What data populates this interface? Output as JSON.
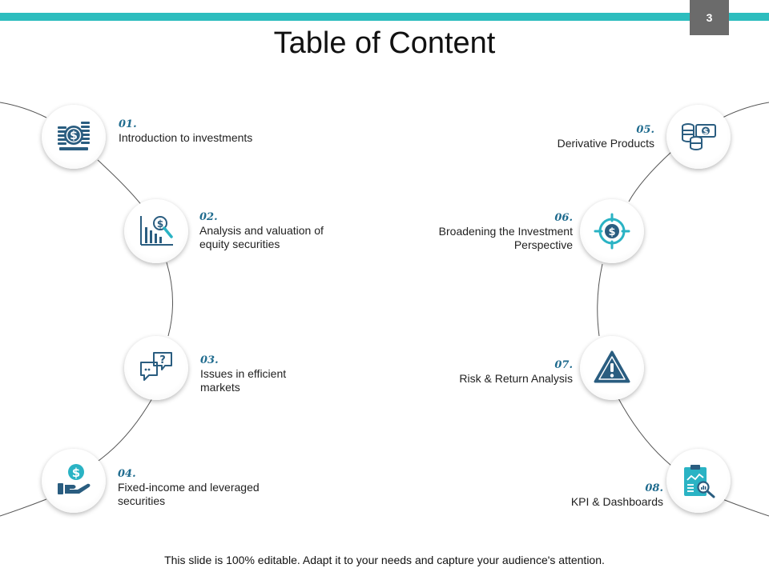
{
  "slide": {
    "title": "Table of Content",
    "page_number": "3",
    "footer": "This slide is 100% editable. Adapt it to your needs and capture your audience's attention."
  },
  "colors": {
    "accent": "#2dbdbe",
    "icon": "#2a5d80",
    "number": "#1f6b8e",
    "badge": "#6b6b6b"
  },
  "items": [
    {
      "number": "01.",
      "label": "Introduction to investments",
      "icon": "money-coins-icon"
    },
    {
      "number": "02.",
      "label": "Analysis and valuation of equity securities",
      "icon": "chart-magnifier-icon"
    },
    {
      "number": "03.",
      "label": "Issues in efficient markets",
      "icon": "speech-bubbles-icon"
    },
    {
      "number": "04.",
      "label": "Fixed-income and leveraged securities",
      "icon": "hand-dollar-icon"
    },
    {
      "number": "05.",
      "label": "Derivative  Products",
      "icon": "coins-banknote-icon"
    },
    {
      "number": "06.",
      "label": "Broadening the Investment Perspective",
      "icon": "target-dollar-icon"
    },
    {
      "number": "07.",
      "label": "Risk & Return Analysis",
      "icon": "warning-icon"
    },
    {
      "number": "08.",
      "label": "KPI & Dashboards",
      "icon": "clipboard-analytics-icon"
    }
  ]
}
